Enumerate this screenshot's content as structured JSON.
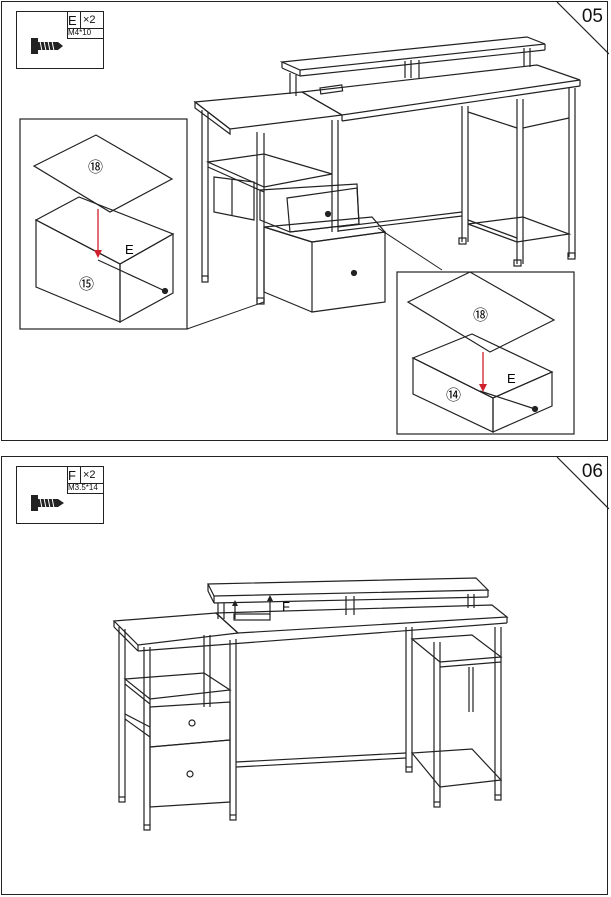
{
  "steps": [
    {
      "number": "05",
      "hardware": {
        "letter": "E",
        "quantity": "×2",
        "size": "M4*10"
      },
      "callouts": {
        "left": {
          "top_part": "⑱",
          "box_part": "⑮",
          "screw_label": "E"
        },
        "right": {
          "top_part": "⑱",
          "box_part": "⑭",
          "screw_label": "E"
        }
      }
    },
    {
      "number": "06",
      "hardware": {
        "letter": "F",
        "quantity": "×2",
        "size": "M3.5*14"
      },
      "screw_label": "F"
    }
  ],
  "colors": {
    "line": "#222222",
    "arrow": "#d0202e"
  }
}
